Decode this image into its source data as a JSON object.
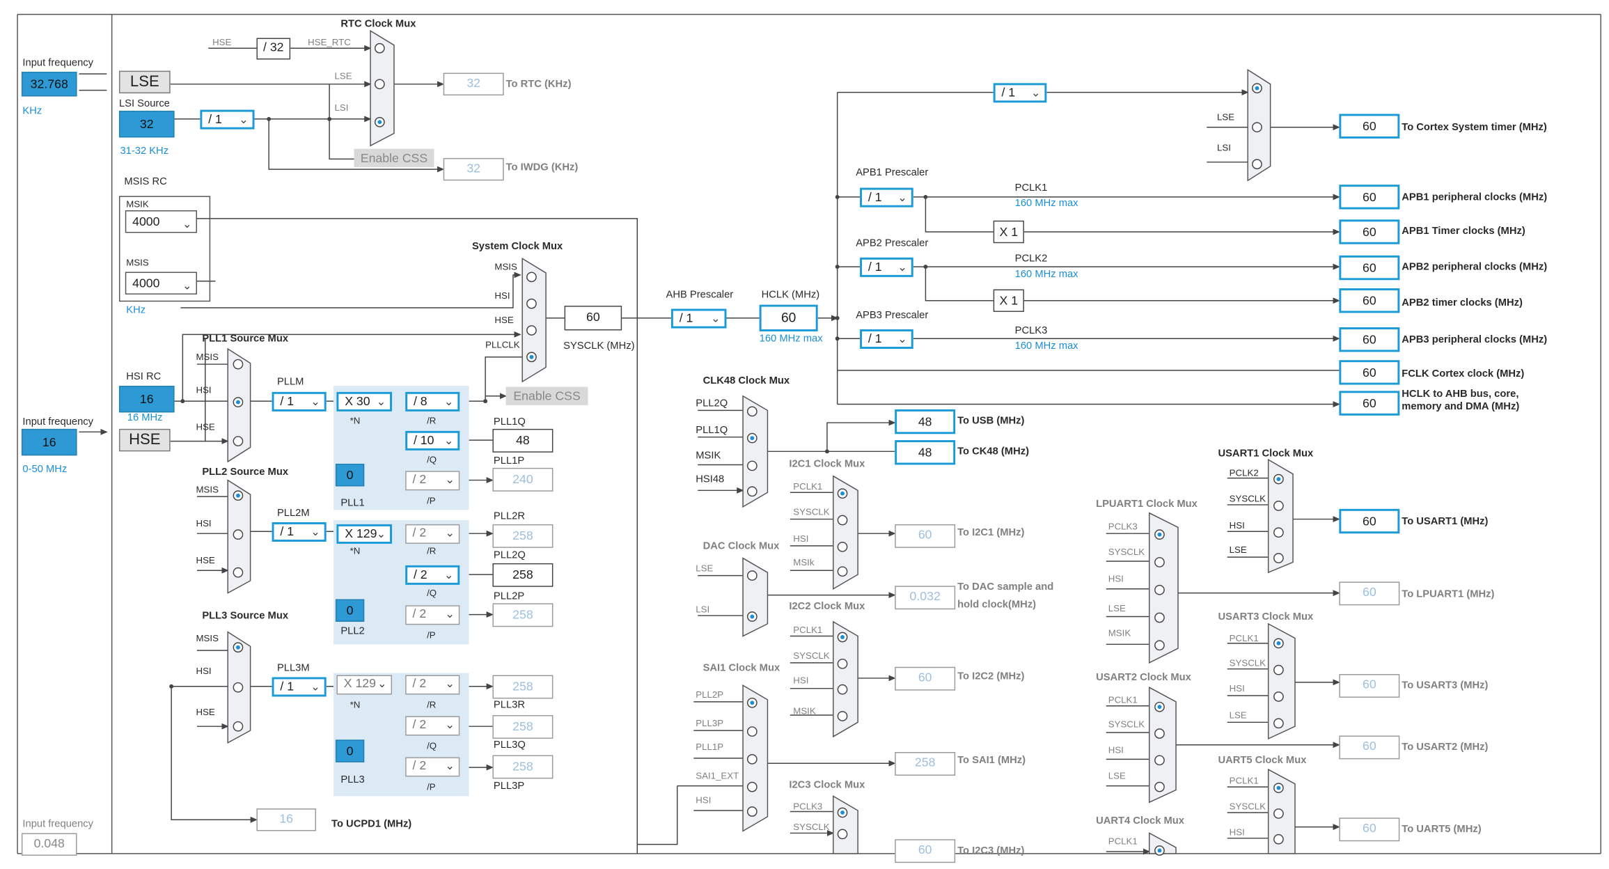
{
  "sources": {
    "lse": {
      "caption": "Input frequency",
      "value": "32.768",
      "unit": "KHz",
      "label": "LSE"
    },
    "lsi": {
      "caption": "LSI Source",
      "value": "32",
      "range": "31-32 KHz"
    },
    "msis_rc": {
      "title": "MSIS RC",
      "msik_label": "MSIK",
      "msik_value": "4000",
      "msis_label": "MSIS",
      "msis_value": "4000",
      "unit": "KHz"
    },
    "hsi": {
      "caption": "HSI RC",
      "value": "16",
      "unit": "16 MHz"
    },
    "hse": {
      "caption": "Input frequency",
      "value": "16",
      "range": "0-50 MHz",
      "label": "HSE"
    },
    "bottom_input": {
      "caption": "Input frequency",
      "value": "0.048"
    }
  },
  "rtc": {
    "title": "RTC Clock Mux",
    "hse_label": "HSE",
    "div": "/ 32",
    "hse_rtc": "HSE_RTC",
    "lse": "LSE",
    "lsi": "LSI",
    "lsi_div": "/ 1",
    "enable_css": "Enable CSS",
    "rtc_value": "32",
    "rtc_label": "To RTC (KHz)",
    "iwdg_value": "32",
    "iwdg_label": "To IWDG (KHz)"
  },
  "sysmux": {
    "title": "System Clock Mux",
    "inputs": [
      "MSIS",
      "HSI",
      "HSE",
      "PLLCLK"
    ],
    "sysclk_value": "60",
    "sysclk_label": "SYSCLK (MHz)",
    "enable_css": "Enable CSS"
  },
  "pll1": {
    "mux_title": "PLL1 Source Mux",
    "inputs": [
      "MSIS",
      "HSI",
      "HSE"
    ],
    "m_label": "PLLM",
    "m": "/ 1",
    "n": "X 30",
    "n_label": "*N",
    "r": "/ 8",
    "r_label": "/R",
    "q": "/ 10",
    "q_label": "/Q",
    "p": "/ 2",
    "p_label": "/P",
    "frac": "0",
    "name": "PLL1",
    "q_out_label": "PLL1Q",
    "q_out": "48",
    "p_out_label": "PLL1P",
    "p_out": "240"
  },
  "pll2": {
    "mux_title": "PLL2 Source Mux",
    "inputs": [
      "MSIS",
      "HSI",
      "HSE"
    ],
    "m_label": "PLL2M",
    "m": "/ 1",
    "n": "X 129",
    "n_label": "*N",
    "r": "/ 2",
    "r_label": "/R",
    "q": "/ 2",
    "q_label": "/Q",
    "p": "/ 2",
    "p_label": "/P",
    "frac": "0",
    "name": "PLL2",
    "r_out_label": "PLL2R",
    "r_out": "258",
    "q_out_label": "PLL2Q",
    "q_out": "258",
    "p_out_label": "PLL2P",
    "p_out": "258"
  },
  "pll3": {
    "mux_title": "PLL3 Source Mux",
    "inputs": [
      "MSIS",
      "HSI",
      "HSE"
    ],
    "m_label": "PLL3M",
    "m": "/ 1",
    "n": "X 129",
    "n_label": "*N",
    "r": "/ 2",
    "r_label": "/R",
    "q": "/ 2",
    "q_label": "/Q",
    "p": "/ 2",
    "p_label": "/P",
    "frac": "0",
    "name": "PLL3",
    "r_out": "258",
    "r_out_label": "PLL3R",
    "q_out": "258",
    "q_out_label": "PLL3Q",
    "p_out": "258",
    "p_out_label": "PLL3P"
  },
  "ucpd": {
    "value": "16",
    "label": "To UCPD1 (MHz)"
  },
  "ahb": {
    "title": "AHB Prescaler",
    "value": "/ 1",
    "hclk_title": "HCLK (MHz)",
    "hclk": "60",
    "hclk_max": "160 MHz max"
  },
  "cortex": {
    "div": "/ 1",
    "lse": "LSE",
    "lsi": "LSI",
    "value": "60",
    "label": "To Cortex System timer (MHz)"
  },
  "apb1": {
    "title": "APB1 Prescaler",
    "value": "/ 1",
    "pclk": "PCLK1",
    "max": "160 MHz max",
    "periph": "60",
    "periph_label": "APB1 peripheral clocks (MHz)",
    "x": "X 1",
    "timer": "60",
    "timer_label": "APB1 Timer clocks (MHz)"
  },
  "apb2": {
    "title": "APB2 Prescaler",
    "value": "/ 1",
    "pclk": "PCLK2",
    "max": "160 MHz max",
    "periph": "60",
    "periph_label": "APB2 peripheral clocks (MHz)",
    "x": "X 1",
    "timer": "60",
    "timer_label": "APB2 timer clocks (MHz)"
  },
  "apb3": {
    "title": "APB3 Prescaler",
    "value": "/ 1",
    "pclk": "PCLK3",
    "max": "160 MHz max",
    "periph": "60",
    "periph_label": "APB3 peripheral clocks (MHz)"
  },
  "fclk": {
    "value": "60",
    "label": "FCLK Cortex clock (MHz)"
  },
  "hclk_out": {
    "value": "60",
    "label1": "HCLK to AHB bus, core,",
    "label2": "memory and DMA (MHz)"
  },
  "clk48": {
    "title": "CLK48 Clock Mux",
    "inputs": [
      "PLL2Q",
      "PLL1Q",
      "MSIK",
      "HSI48"
    ],
    "usb": "48",
    "usb_label": "To USB (MHz)",
    "ck48": "48",
    "ck48_label": "To CK48 (MHz)"
  },
  "i2c1": {
    "title": "I2C1 Clock Mux",
    "inputs": [
      "PCLK1",
      "SYSCLK",
      "HSI",
      "MSIk"
    ],
    "value": "60",
    "label": "To I2C1 (MHz)"
  },
  "dac": {
    "title": "DAC Clock Mux",
    "inputs": [
      "LSE",
      "LSI"
    ],
    "value": "0.032",
    "label1": "To DAC sample and",
    "label2": "hold clock(MHz)"
  },
  "i2c2": {
    "title": "I2C2 Clock Mux",
    "inputs": [
      "PCLK1",
      "SYSCLK",
      "HSI",
      "MSIK"
    ],
    "value": "60",
    "label": "To I2C2 (MHz)"
  },
  "sai1": {
    "title": "SAI1 Clock Mux",
    "inputs": [
      "PLL2P",
      "PLL3P",
      "PLL1P",
      "SAI1_EXT",
      "HSI"
    ],
    "value": "258",
    "label": "To SAI1 (MHz)"
  },
  "i2c3": {
    "title": "I2C3 Clock Mux",
    "inputs": [
      "PCLK3",
      "SYSCLK"
    ],
    "value": "60",
    "label": "To I2C3 (MHz)"
  },
  "usart1": {
    "title": "USART1 Clock Mux",
    "inputs": [
      "PCLK2",
      "SYSCLK",
      "HSI",
      "LSE"
    ],
    "value": "60",
    "label": "To USART1 (MHz)"
  },
  "lpuart1": {
    "title": "LPUART1 Clock Mux",
    "inputs": [
      "PCLK3",
      "SYSCLK",
      "HSI",
      "LSE",
      "MSIK"
    ],
    "value": "60",
    "label": "To LPUART1 (MHz)"
  },
  "usart3": {
    "title": "USART3 Clock Mux",
    "inputs": [
      "PCLK1",
      "SYSCLK",
      "HSI",
      "LSE"
    ],
    "value": "60",
    "label": "To USART3 (MHz)"
  },
  "usart2": {
    "title": "USART2 Clock Mux",
    "inputs": [
      "PCLK1",
      "SYSCLK",
      "HSI",
      "LSE"
    ],
    "value": "60",
    "label": "To USART2 (MHz)"
  },
  "uart5": {
    "title": "UART5 Clock Mux",
    "inputs": [
      "PCLK1",
      "SYSCLK",
      "HSI"
    ],
    "value": "60",
    "label": "To UART5 (MHz)"
  },
  "uart4": {
    "title": "UART4 Clock Mux",
    "inputs": [
      "PCLK1"
    ]
  },
  "colors": {
    "accent": "#1a9ad6",
    "fill": "#2d9ad6",
    "panel": "#dceaf6",
    "disabled": "#9dbfe0"
  }
}
